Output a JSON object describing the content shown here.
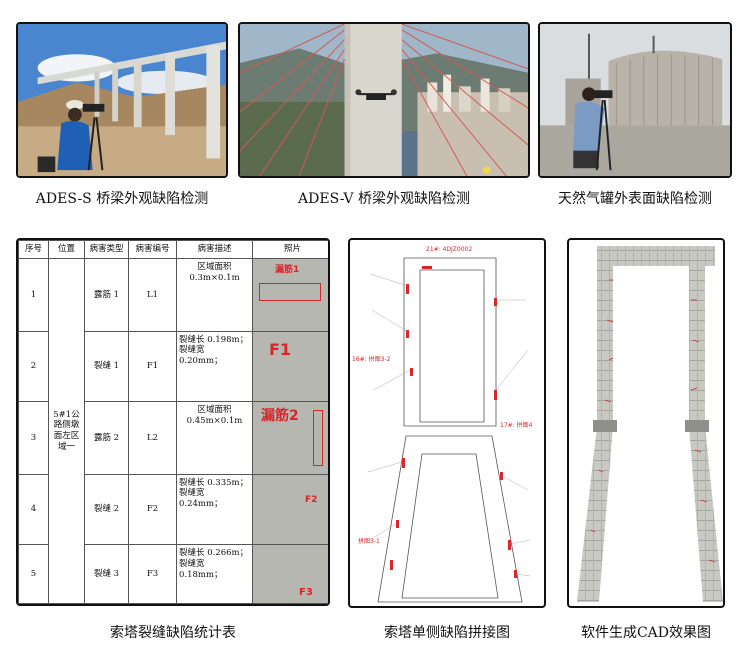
{
  "captions": {
    "photo1": "ADES-S 桥梁外观缺陷检测",
    "photo2": "ADES-V 桥梁外观缺陷检测",
    "photo3": "天然气罐外表面缺陷检测",
    "table": "索塔裂缝缺陷统计表",
    "diagram": "索塔单侧缺陷拼接图",
    "cad": "软件生成CAD效果图"
  },
  "table": {
    "headers": [
      "序号",
      "位置",
      "病害类型",
      "病害编号",
      "病害描述",
      "照片"
    ],
    "location": "5#1公路侧墩面左区域一",
    "rows": [
      {
        "no": "1",
        "type": "露筋 1",
        "code": "L1",
        "desc": "区域面积 0.3m×0.1m",
        "photo_label": "漏筋1"
      },
      {
        "no": "2",
        "type": "裂缝 1",
        "code": "F1",
        "desc": "裂缝长 0.198m；裂缝宽 0.20mm；",
        "photo_label": "F1"
      },
      {
        "no": "3",
        "type": "露筋 2",
        "code": "L2",
        "desc": "区域面积 0.45m×0.1m",
        "photo_label": "漏筋2"
      },
      {
        "no": "4",
        "type": "裂缝 2",
        "code": "F2",
        "desc": "裂缝长 0.335m；裂缝宽 0.24mm；",
        "photo_label": "F2"
      },
      {
        "no": "5",
        "type": "裂缝 3",
        "code": "F3",
        "desc": "裂缝长 0.266m；裂缝宽 0.18mm；",
        "photo_label": "F3"
      }
    ]
  },
  "diagram_labels": {
    "top": "21#: 4DJZ0002",
    "left_upper": "16#: 拼图3-2",
    "right_upper": "17#: 拼图4",
    "left_lower": "拼图3-1"
  },
  "colors": {
    "annotation_red": "#d8262a",
    "sky_blue": "#3f78c8",
    "concrete_gray": "#b7b7b2",
    "jacket_blue": "#1f5fb5"
  }
}
